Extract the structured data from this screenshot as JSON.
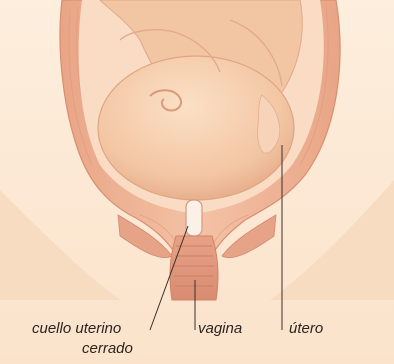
{
  "labels": {
    "cervix_line1": "cuello uterino",
    "cervix_line2": "cerrado",
    "vagina": "vagina",
    "uterus": "útero"
  },
  "colors": {
    "background": "#fbe6cf",
    "skin_light": "#fde9d4",
    "uterus_wall": "#f2b99a",
    "uterus_wall_dark": "#d98f73",
    "fetus": "#f6cfae",
    "fetus_shadow": "#e9b08e",
    "fluid": "#f9dcc3",
    "label_text": "#2a2420",
    "leader_line": "#3a302a"
  }
}
